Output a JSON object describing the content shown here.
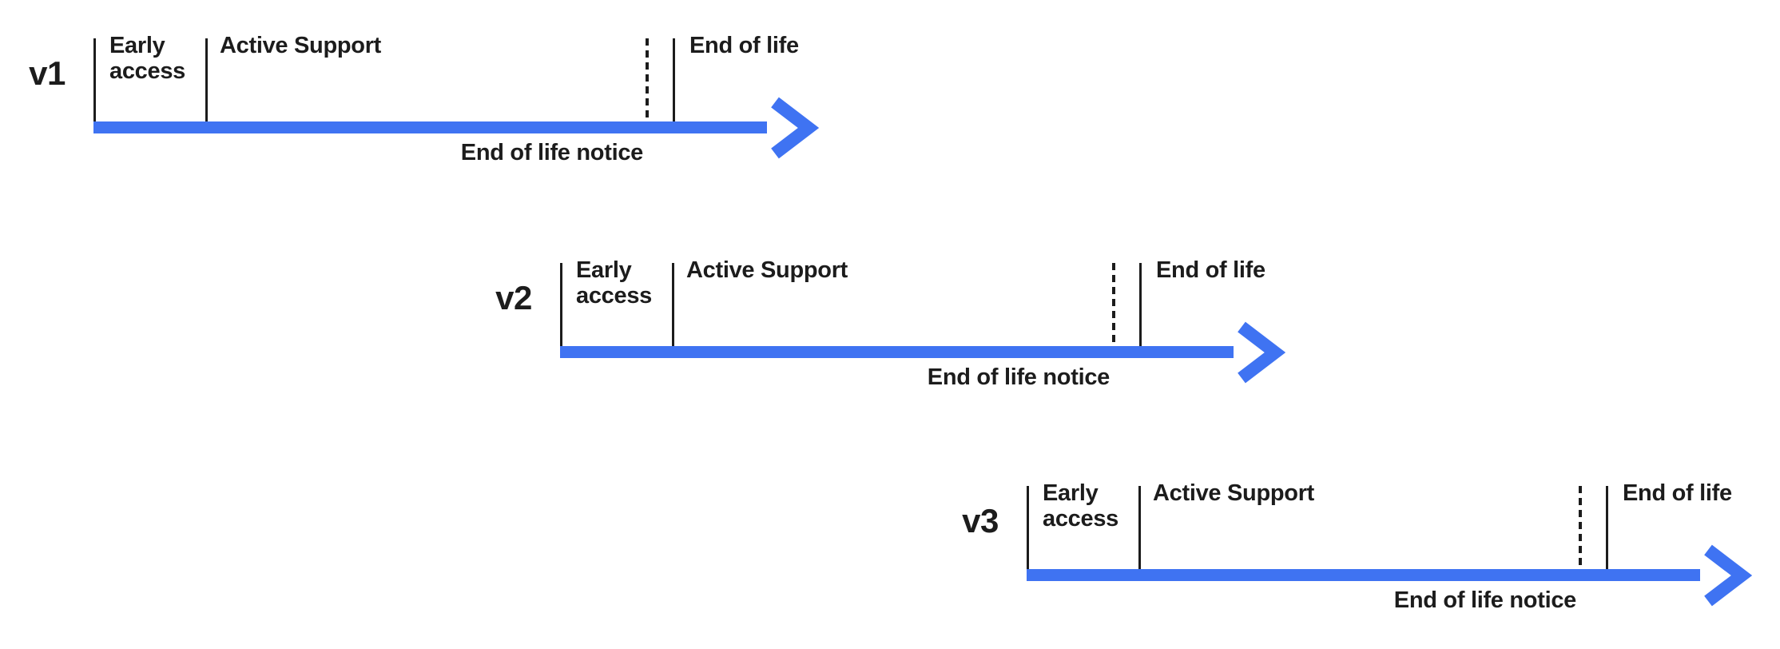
{
  "colors": {
    "arrow_blue": "#3F73F2",
    "ink": "#1c1c1c",
    "background": "#ffffff"
  },
  "timelines": [
    {
      "version": "v1",
      "phases": {
        "early_access": "Early access",
        "active_support": "Active Support",
        "end_of_life": "End of life"
      },
      "arrow_label": "End of life notice"
    },
    {
      "version": "v2",
      "phases": {
        "early_access": "Early access",
        "active_support": "Active Support",
        "end_of_life": "End of life"
      },
      "arrow_label": "End of life notice"
    },
    {
      "version": "v3",
      "phases": {
        "early_access": "Early access",
        "active_support": "Active Support",
        "end_of_life": "End of life"
      },
      "arrow_label": "End of life notice"
    }
  ]
}
